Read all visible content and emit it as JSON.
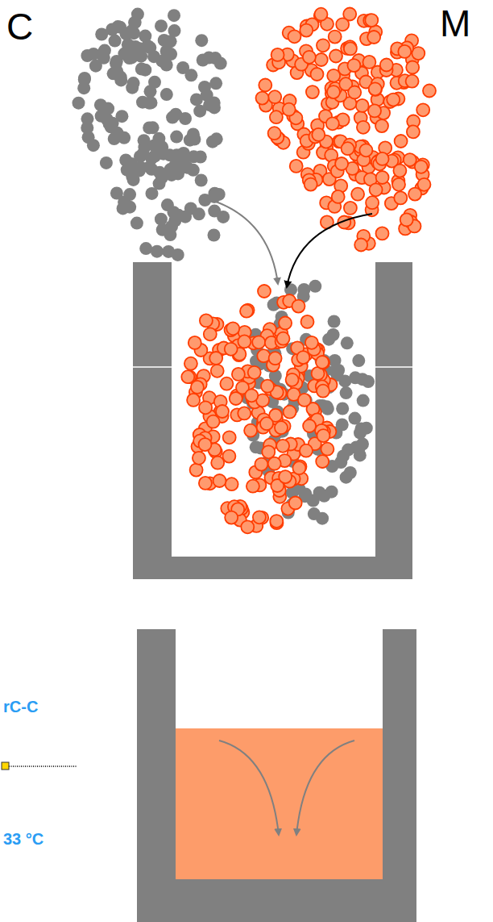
{
  "diagram": {
    "labels": [
      "C",
      "M",
      "rC-C",
      "33 °C"
    ]
  }
}
